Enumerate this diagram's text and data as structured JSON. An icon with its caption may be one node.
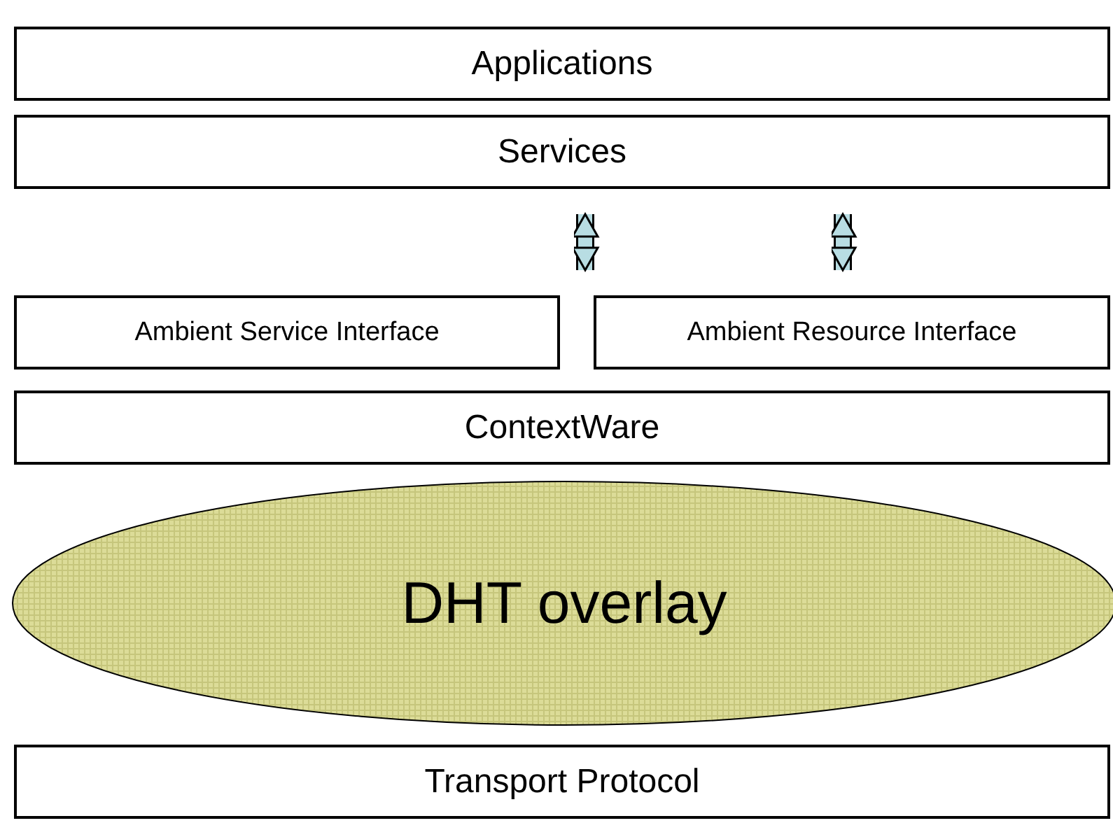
{
  "diagram": {
    "nodes": [
      {
        "text": [
          "Applications"
        ]
      },
      {
        "text": [
          "Services"
        ]
      },
      {
        "text": [
          "Ambient Service Interface"
        ]
      },
      {
        "text": [
          "Ambient Resource Interface"
        ]
      },
      {
        "text": [
          "ContextWare"
        ]
      },
      {
        "text": [
          "DHT overlay"
        ]
      },
      {
        "text": [
          "Transport Protocol"
        ]
      }
    ],
    "edges": [
      {
        "from": 1,
        "to": 2,
        "arrow": "both"
      },
      {
        "from": 1,
        "to": 3,
        "arrow": "both"
      }
    ]
  }
}
